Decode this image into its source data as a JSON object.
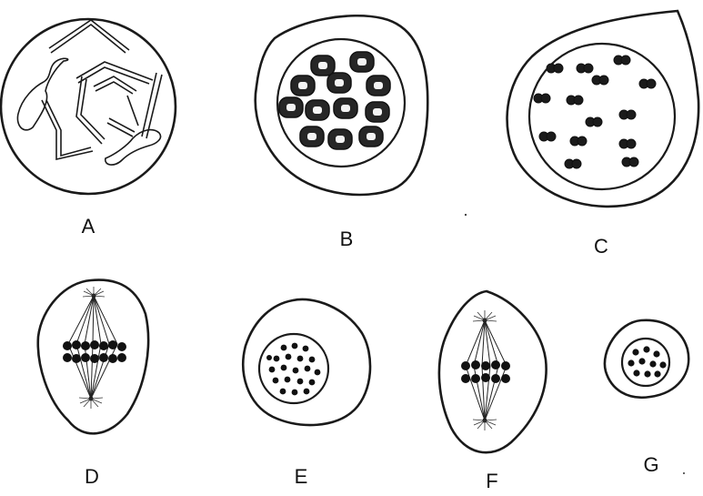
{
  "labels": {
    "a": "A",
    "b": "B",
    "c": "C",
    "d": "D",
    "e": "E",
    "f": "F",
    "g": "G"
  },
  "colors": {
    "ink": "#1a1a1a",
    "background": "#ffffff"
  }
}
